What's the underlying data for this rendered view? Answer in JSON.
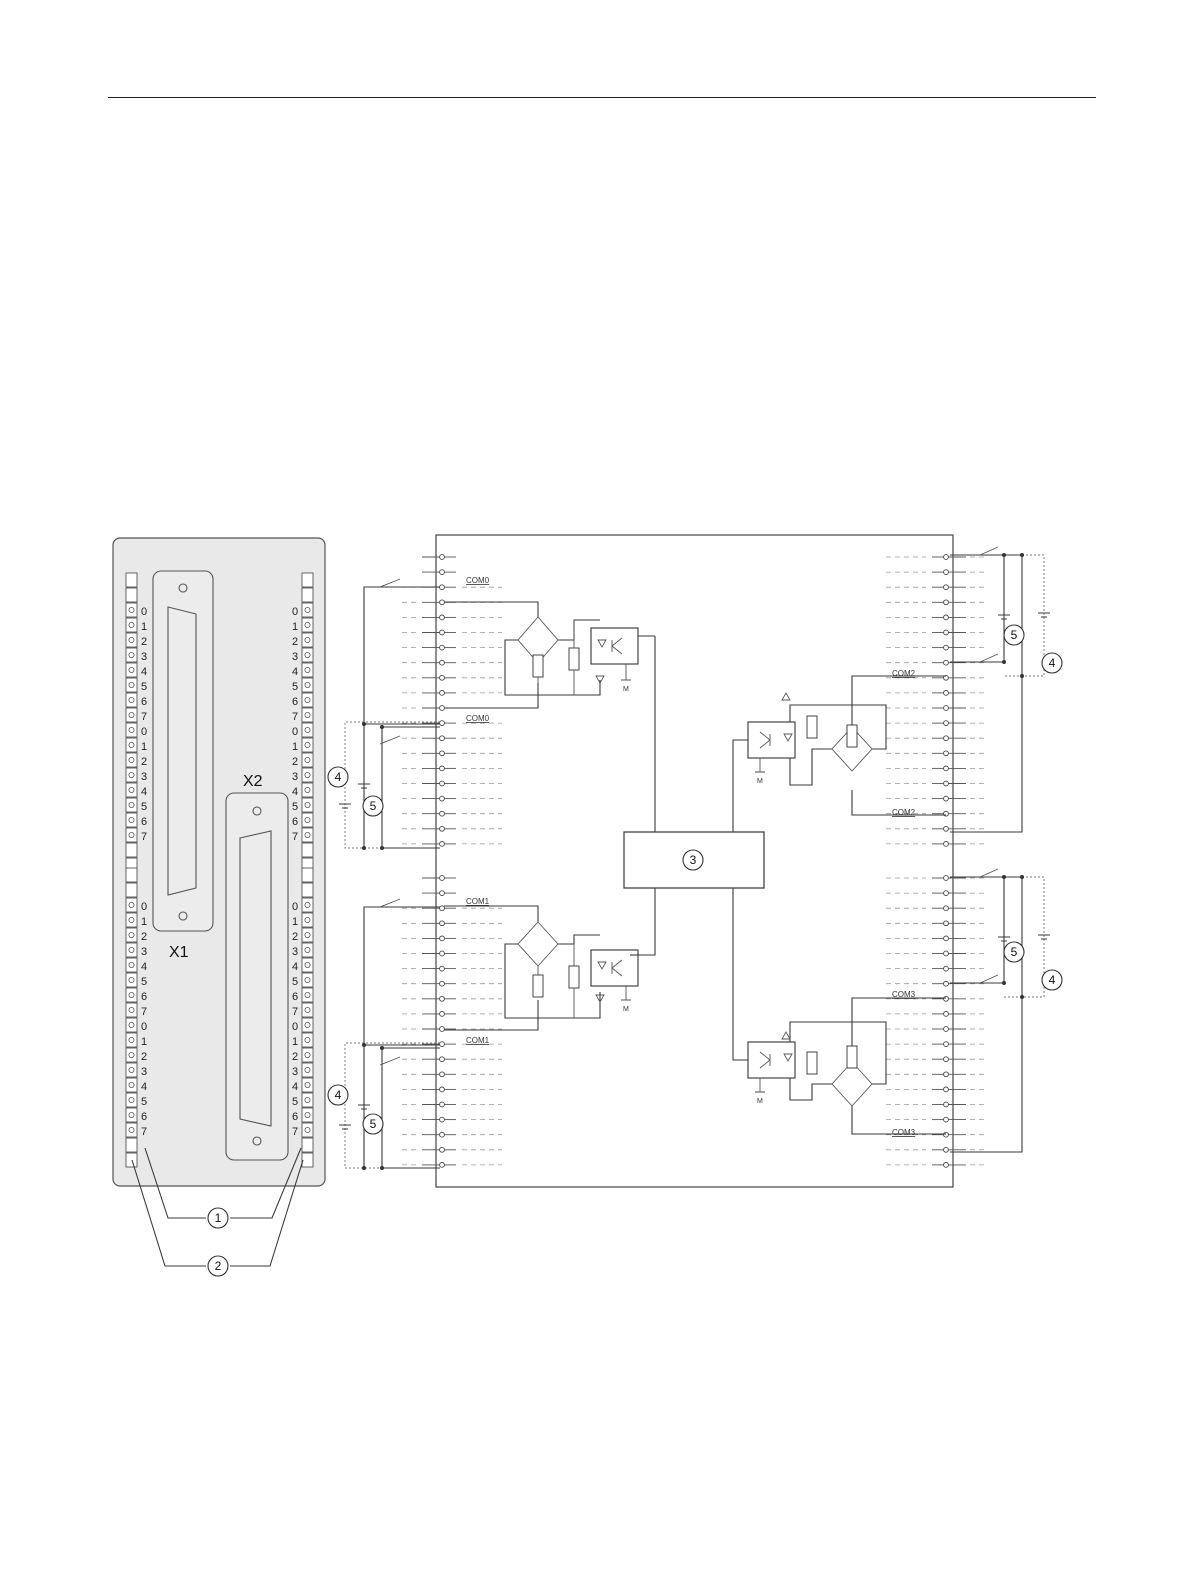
{
  "connectors": {
    "x1_label": "X1",
    "x2_label": "X2"
  },
  "pins": {
    "numbers": [
      "0",
      "1",
      "2",
      "3",
      "4",
      "5",
      "6",
      "7",
      "0",
      "1",
      "2",
      "3",
      "4",
      "5",
      "6",
      "7"
    ]
  },
  "com_labels": {
    "left_top_a": "COM0",
    "left_top_b": "COM0",
    "left_bottom_a": "COM1",
    "left_bottom_b": "COM1",
    "right_top_a": "COM2",
    "right_top_b": "COM2",
    "right_bottom_a": "COM3",
    "right_bottom_b": "COM3"
  },
  "ground_label": "M",
  "callouts": {
    "c1": "1",
    "c2": "2",
    "c3": "3",
    "c4": "4",
    "c5": "5"
  },
  "colors": {
    "module_fill": "#e9e9e9",
    "line": "#3a3a3a"
  }
}
